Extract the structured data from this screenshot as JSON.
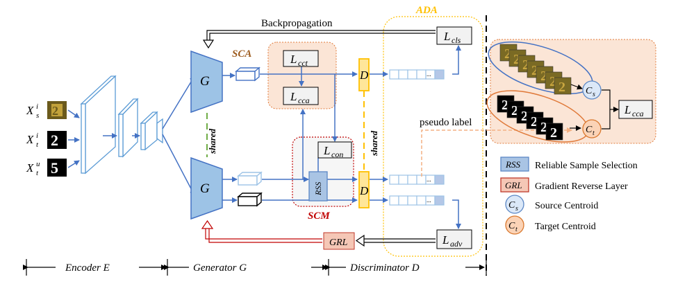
{
  "inputs": {
    "xs": {
      "base": "X",
      "sub": "s",
      "sup": "i"
    },
    "xt": {
      "base": "X",
      "sub": "t",
      "sup": "i"
    },
    "xu": {
      "base": "X",
      "sub": "t",
      "sup": "u"
    }
  },
  "labels": {
    "backprop": "Backpropagation",
    "sca": "SCA",
    "scm": "SCM",
    "ada": "ADA",
    "shared_g": "shared",
    "shared_d": "shared",
    "pseudo": "pseudo label",
    "rss": "RSS",
    "grl": "GRL",
    "g": "G",
    "d": "D",
    "dots": "...",
    "cs": {
      "base": "C",
      "sub": "s"
    },
    "ct": {
      "base": "C",
      "sub": "t"
    }
  },
  "losses": {
    "cls": {
      "base": "L",
      "sub": "cls"
    },
    "cct": {
      "base": "L",
      "sub": "cct"
    },
    "cca": {
      "base": "L",
      "sub": "cca"
    },
    "con": {
      "base": "L",
      "sub": "con"
    },
    "adv": {
      "base": "L",
      "sub": "adv"
    },
    "cca_right": {
      "base": "L",
      "sub": "cca"
    }
  },
  "legend": [
    {
      "key": "RSS",
      "text": "Reliable Sample Selection",
      "fill": "#a9c4e4",
      "stroke": "#5b87c5"
    },
    {
      "key": "GRL",
      "text": "Gradient Reverse Layer",
      "fill": "#f5c7b6",
      "stroke": "#c0392b"
    },
    {
      "key": "Cs",
      "text": "Source Centroid",
      "fill": "#dbe8f8",
      "stroke": "#5b87c5"
    },
    {
      "key": "Ct",
      "text": "Target Centroid",
      "fill": "#fbd3b6",
      "stroke": "#d9772c"
    }
  ],
  "bottom_axis": {
    "encoder": "Encoder E",
    "generator": "Generator G",
    "discriminator": "Discriminator D"
  },
  "colors": {
    "blue": "#4472c4",
    "light_blue": "#9dc3e6",
    "orange": "#f4b183",
    "dark_red": "#c00000",
    "yellow": "#ffc000",
    "brown": "#9c5b1e"
  }
}
